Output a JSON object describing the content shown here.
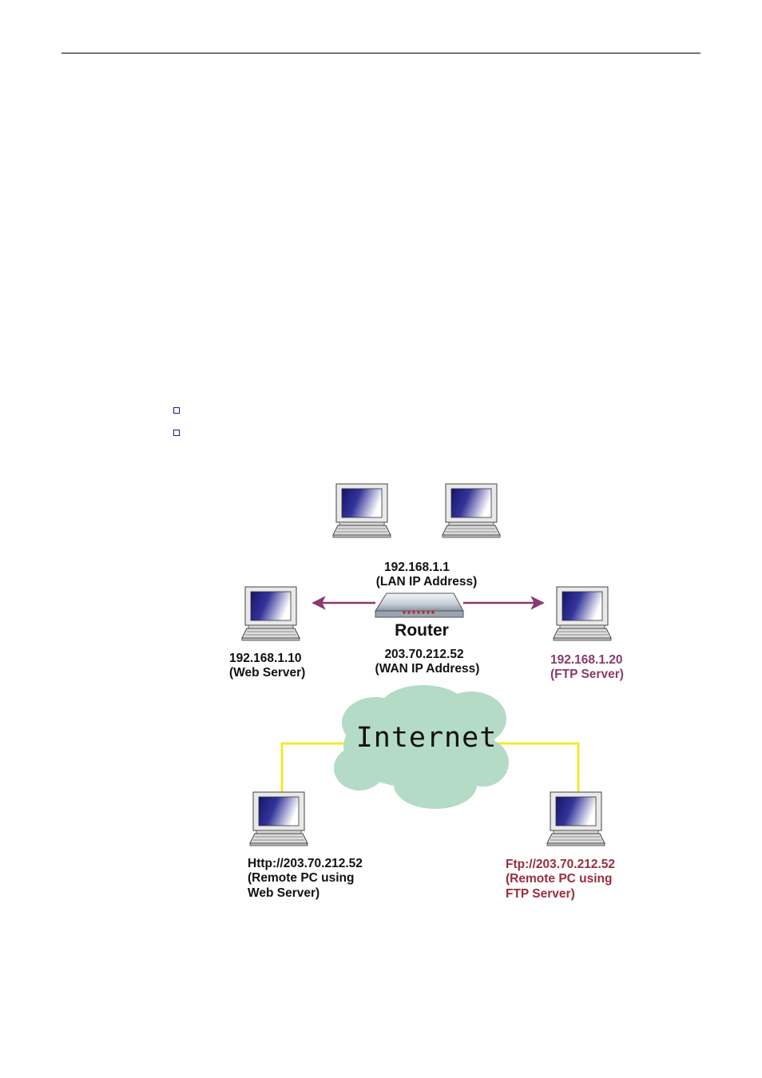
{
  "colors": {
    "text": "#111111",
    "accent": "#8a3a6e",
    "remote_ftp": "#9a2e3c",
    "lan_arrow": "#8a3a6e",
    "internet_link": "#f2ea2e",
    "cloud": "#b4dbc5",
    "screen_dark": "#1c1c6e",
    "screen_light": "#ffffff"
  },
  "router": {
    "lan_ip": "192.168.1.1",
    "lan_ip_caption": "(LAN IP Address)",
    "name": "Router",
    "wan_ip": "203.70.212.52",
    "wan_ip_caption": "(WAN IP Address)"
  },
  "web_server": {
    "ip": "192.168.1.10",
    "caption": "(Web Server)"
  },
  "ftp_server": {
    "ip": "192.168.1.20",
    "caption": "(FTP Server)"
  },
  "internet": {
    "label": "Internet"
  },
  "remote_web": {
    "line1": "Http://203.70.212.52",
    "line2": "(Remote PC using",
    "line3": "Web Server)"
  },
  "remote_ftp": {
    "line1": "Ftp://203.70.212.52",
    "line2": "(Remote PC using",
    "line3": "FTP Server)"
  },
  "icons": {
    "computer": "laptop-icon",
    "router": "router-icon",
    "cloud": "cloud-icon",
    "bullet": "square-bullet-icon"
  }
}
